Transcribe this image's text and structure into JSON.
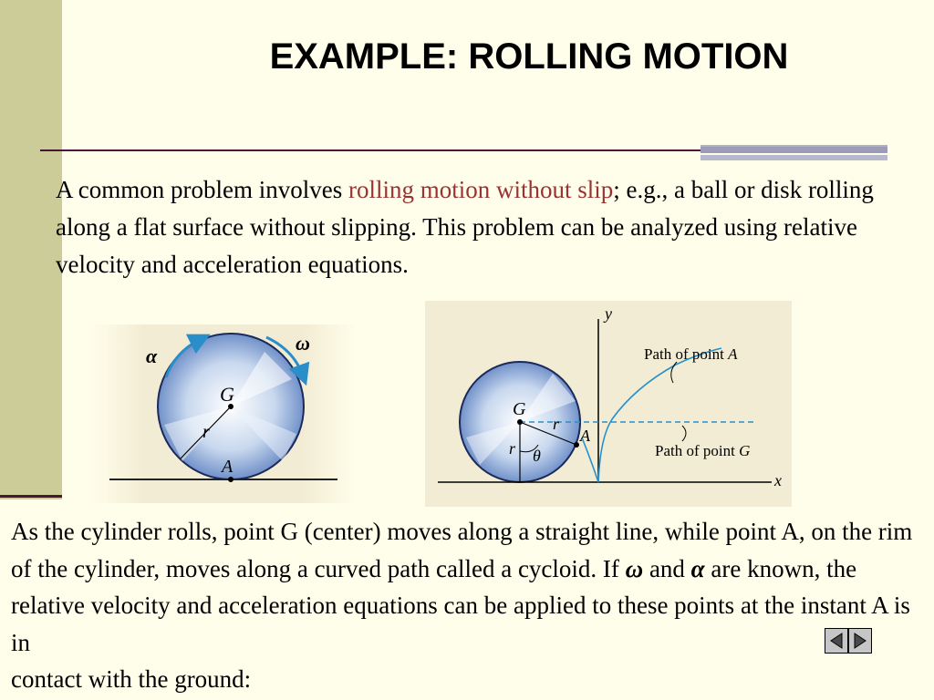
{
  "slide": {
    "title": "EXAMPLE:  ROLLING MOTION",
    "intro": {
      "before": "A common problem involves ",
      "highlight": "rolling motion without slip",
      "after": "; e.g., a ball or disk rolling along a flat surface without slipping.  This problem can be analyzed using relative velocity and acceleration equations."
    },
    "figure1": {
      "alpha": "α",
      "omega": "ω",
      "center": "G",
      "radius": "r",
      "contact": "A"
    },
    "figure2": {
      "y_axis": "y",
      "x_axis": "x",
      "center": "G",
      "radius1": "r",
      "radius2": "r",
      "point": "A",
      "angle": "θ",
      "path_a": "Path of point ",
      "path_a_var": "A",
      "path_g": "Path of point ",
      "path_g_var": "G"
    },
    "body": {
      "text1": "As the cylinder rolls, point G (center) moves along a straight line, while point A, on the rim of the cylinder, moves along a curved path called a cycloid.  If ",
      "omega": "ω",
      "and": " and ",
      "alpha": "α",
      "text2": " are known, the relative velocity and acceleration equations can be applied to these points at the instant A is in",
      "text3": "contact with the ground:"
    },
    "nav": {
      "prev_icon": "triangle-left-icon",
      "next_icon": "triangle-right-icon"
    },
    "colors": {
      "background": "#fffeea",
      "sidebar": "#cccc99",
      "highlight": "#993333",
      "rule": "#4a1438",
      "arrow": "#2a8fc8"
    }
  }
}
